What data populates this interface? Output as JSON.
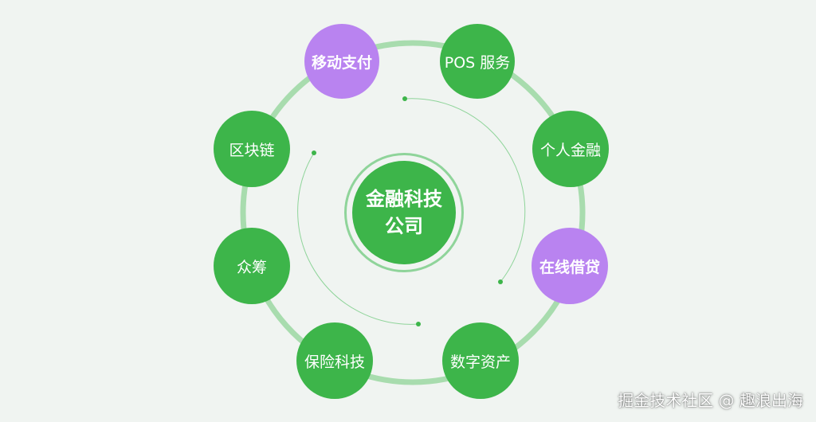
{
  "center": {
    "line1": "金融科技",
    "line2": "公司"
  },
  "nodes": {
    "mobile_payment": "移动支付",
    "pos_service": "POS 服务",
    "personal_finance": "个人金融",
    "online_lending": "在线借贷",
    "digital_assets": "数字资产",
    "insurtech": "保险科技",
    "crowdfunding": "众筹",
    "blockchain": "区块链"
  },
  "colors": {
    "green": "#3db54a",
    "purple": "#b983f0",
    "ring": "#a8dcae",
    "background": "#f0f4f1"
  },
  "watermark": "掘金技术社区 @ 趣浪出海"
}
